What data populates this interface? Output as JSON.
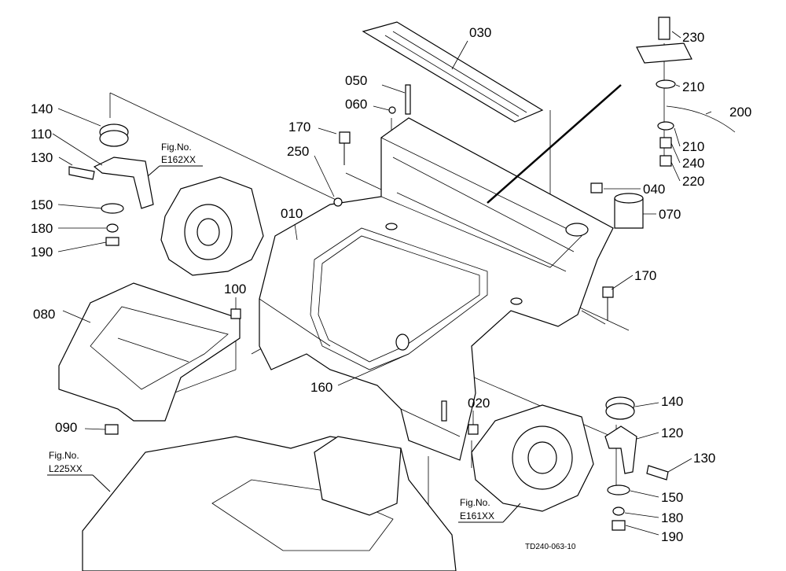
{
  "diagram_code": "TD240-063-10",
  "figure_refs": [
    {
      "id": "e162",
      "line1": "Fig.No.",
      "line2": "E162XX"
    },
    {
      "id": "l225",
      "line1": "Fig.No.",
      "line2": "L225XX"
    },
    {
      "id": "e161",
      "line1": "Fig.No.",
      "line2": "E161XX"
    }
  ],
  "part_numbers": {
    "p030": "030",
    "p050": "050",
    "p060": "060",
    "p170a": "170",
    "p250": "250",
    "p010": "010",
    "p140a": "140",
    "p110": "110",
    "p130a": "130",
    "p150a": "150",
    "p180a": "180",
    "p190a": "190",
    "p230": "230",
    "p210a": "210",
    "p200": "200",
    "p210b": "210",
    "p240": "240",
    "p220": "220",
    "p040": "040",
    "p070": "070",
    "p170b": "170",
    "p100": "100",
    "p080": "080",
    "p160": "160",
    "p090": "090",
    "p020": "020",
    "p140b": "140",
    "p120": "120",
    "p130b": "130",
    "p150b": "150",
    "p180b": "180",
    "p190b": "190"
  }
}
